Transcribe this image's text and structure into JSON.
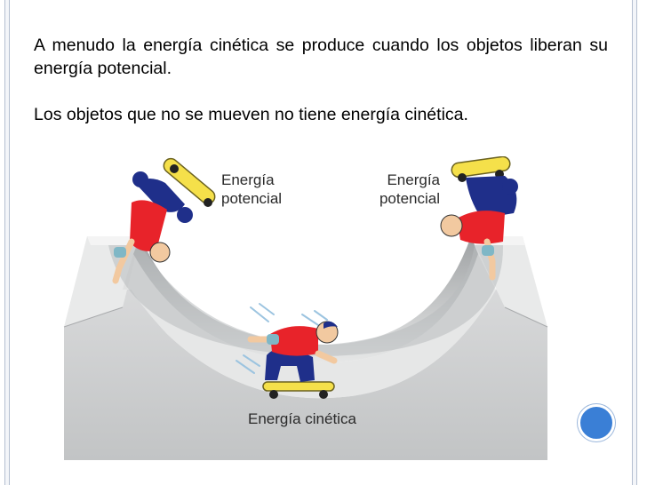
{
  "slide": {
    "paragraphs": [
      "A menudo la energía cinética se produce cuando los objetos liberan su energía potencial.",
      "Los objetos que no se mueven no tiene energía cinética."
    ]
  },
  "illustration": {
    "label_left": [
      "Energía",
      "potencial"
    ],
    "label_right": [
      "Energía",
      "potencial"
    ],
    "label_bottom": "Energía cinética",
    "icons": [
      "half-pipe-ramp",
      "skateboarder-icon"
    ]
  },
  "colors": {
    "accent_bullet": "#3a7fd6",
    "frame": "#b4bfd0",
    "shirt": "#e8232a",
    "pants": "#1f2f8a",
    "board": "#f5e04a",
    "ramp_front": "#c9cbcc",
    "ramp_top": "#e9eaea"
  }
}
